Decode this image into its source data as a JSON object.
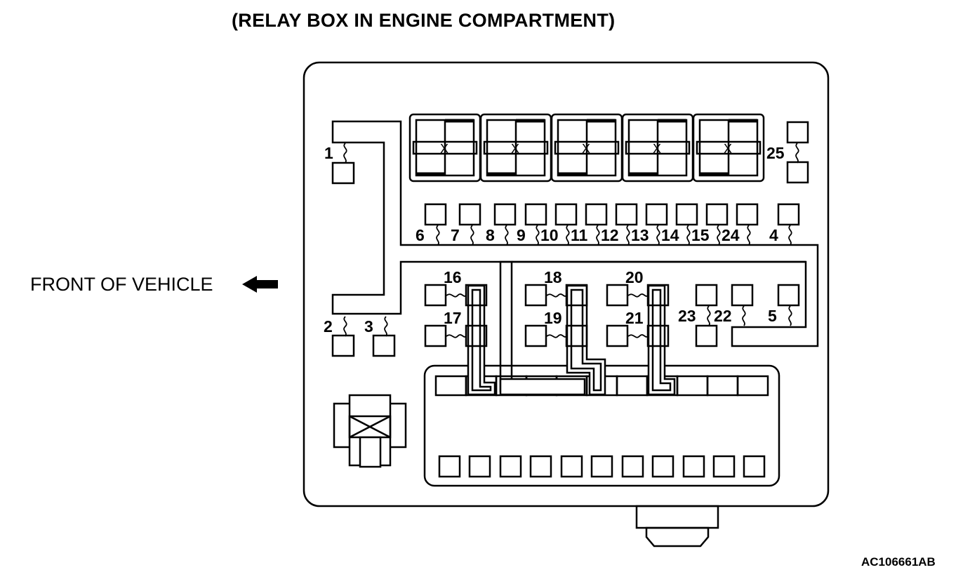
{
  "title": "(RELAY BOX IN ENGINE COMPARTMENT)",
  "direction_label": "FRONT OF VEHICLE",
  "reference_code": "AC106661AB",
  "relay_mark": "X",
  "fuse_numbers": {
    "n1": "1",
    "n2": "2",
    "n3": "3",
    "n4": "4",
    "n5": "5",
    "n6": "6",
    "n7": "7",
    "n8": "8",
    "n9": "9",
    "n10": "10",
    "n11": "11",
    "n12": "12",
    "n13": "13",
    "n14": "14",
    "n15": "15",
    "n16": "16",
    "n17": "17",
    "n18": "18",
    "n19": "19",
    "n20": "20",
    "n21": "21",
    "n22": "22",
    "n23": "23",
    "n24": "24",
    "n25": "25"
  },
  "colors": {
    "ink": "#000000",
    "paper": "#ffffff"
  }
}
